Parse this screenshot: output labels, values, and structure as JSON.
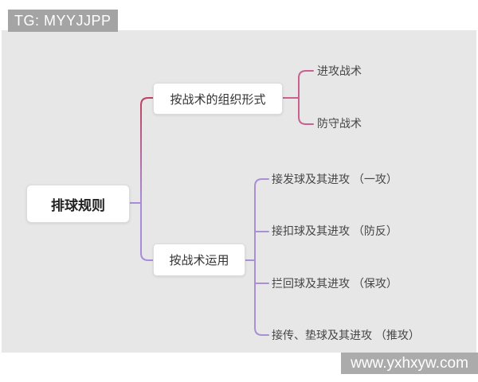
{
  "badge": {
    "text": "TG: MYYJJPP"
  },
  "watermark": {
    "text": "www.yxhxyw.com"
  },
  "mindmap": {
    "root": {
      "label": "排球规则"
    },
    "branches": [
      {
        "label": "按战术的组织形式",
        "children": [
          {
            "label": "进攻战术"
          },
          {
            "label": "防守战术"
          }
        ]
      },
      {
        "label": "按战术运用",
        "children": [
          {
            "label": "接发球及其进攻 （一攻）"
          },
          {
            "label": "接扣球及其进攻 （防反）"
          },
          {
            "label": "拦回球及其进攻 （保攻）"
          },
          {
            "label": "接传、垫球及其进攻 （推攻）"
          }
        ]
      }
    ]
  },
  "colors": {
    "canvas_bg": "#e8e7e7",
    "badge_bg": "#a4a4a4",
    "watermark_bg": "#ababab",
    "branch1_red": "#c13f5e",
    "branch1_pink": "#c9608f",
    "branch2_purple": "#a98fd4",
    "trunk_purple": "#a88cd8"
  }
}
